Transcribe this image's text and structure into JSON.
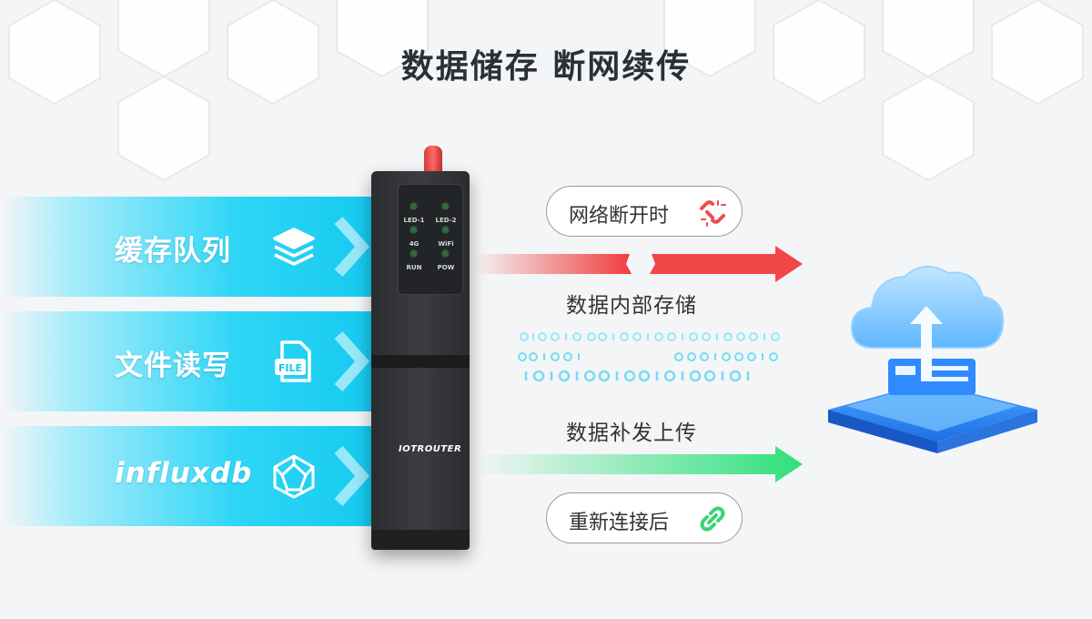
{
  "title": "数据储存 断网续传",
  "left_items": [
    {
      "label": "缓存队列",
      "icon": "layers-icon"
    },
    {
      "label": "文件读写",
      "icon": "file-icon",
      "icon_text": "FILE"
    },
    {
      "label": "influxdb",
      "icon": "polyhedron-icon"
    }
  ],
  "device": {
    "brand": "IOTROUTER",
    "leds": [
      "LED-1",
      "LED-2",
      "4G",
      "WiFi",
      "RUN",
      "POW"
    ]
  },
  "flow": {
    "disconnect_label": "网络断开时",
    "store_label": "数据内部存储",
    "resend_label": "数据补发上传",
    "reconnect_label": "重新连接后"
  },
  "colors": {
    "cyan": "#12c8ef",
    "red_arrow": "#f03c3c",
    "green_arrow": "#2de07a",
    "cloud_blue": "#2a8cff"
  }
}
